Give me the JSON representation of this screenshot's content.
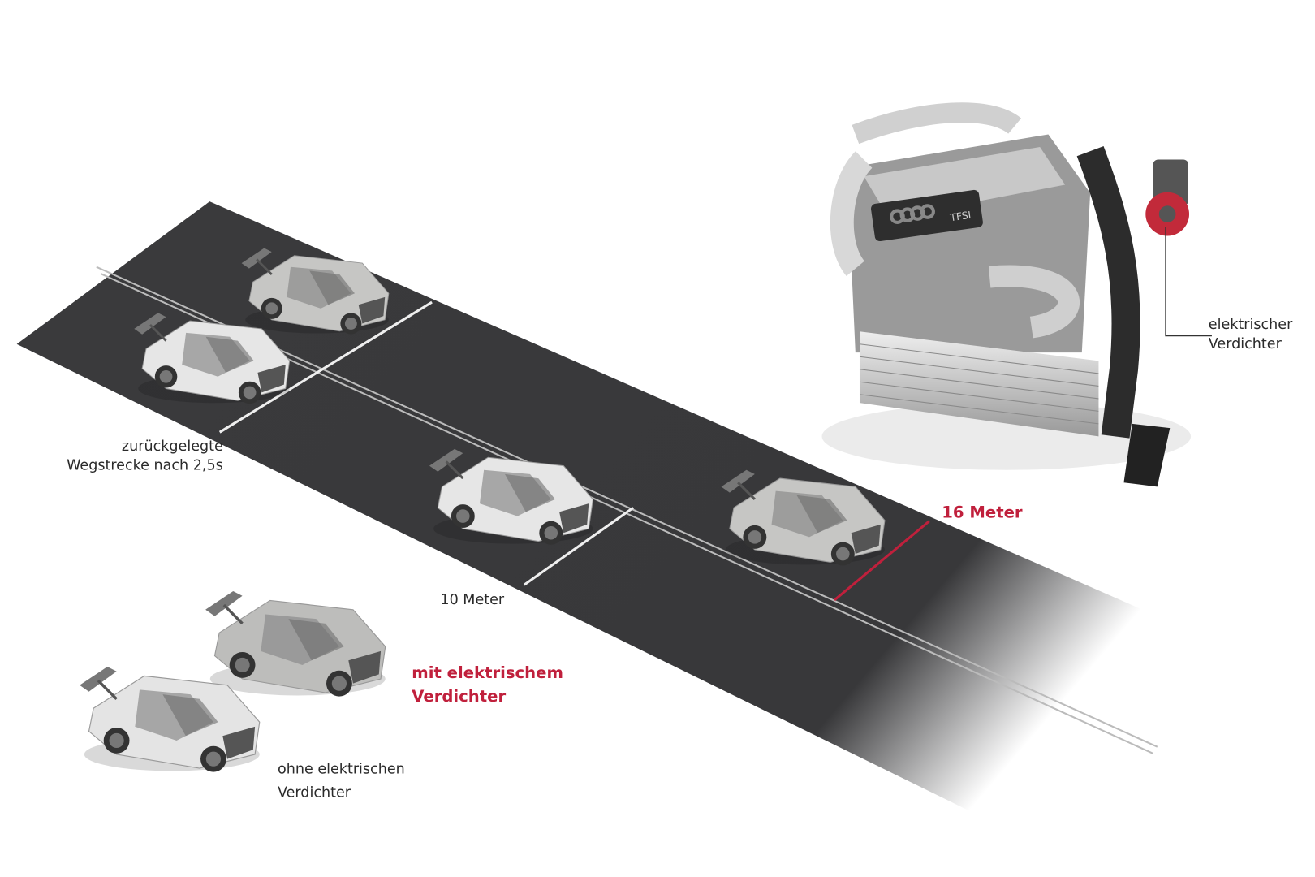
{
  "labels": {
    "distance_caption_line1": "zurückgelegte",
    "distance_caption_line2": "Wegstrecke nach 2,5s",
    "marker_10m": "10 Meter",
    "marker_16m": "16 Meter",
    "with_compressor_line1": "mit elektrischem",
    "with_compressor_line2": "Verdichter",
    "without_compressor_line1": "ohne elektrischen",
    "without_compressor_line2": "Verdichter",
    "engine_callout_line1": "elektrischer",
    "engine_callout_line2": "Verdichter"
  },
  "engine_badge": "TFSI",
  "colors": {
    "accent_red": "#c0203c",
    "road": "#3a3a3c",
    "car_light": "#e4e4e4",
    "car_grey": "#bdbdbb",
    "spoiler_orange": "#e8742c"
  }
}
